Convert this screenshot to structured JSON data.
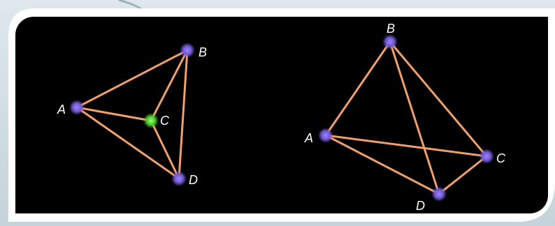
{
  "colors": {
    "edge": "#f0a06c",
    "vertex": "#7f67d6",
    "vertex_highlight": "#6de14a",
    "background": "#000000",
    "label": "#ffffff"
  },
  "graphs": [
    {
      "labels": [
        "A",
        "B",
        "C",
        "D"
      ],
      "highlighted_vertex": "C",
      "edges": [
        [
          "A",
          "B"
        ],
        [
          "A",
          "C"
        ],
        [
          "A",
          "D"
        ],
        [
          "B",
          "C"
        ],
        [
          "B",
          "D"
        ],
        [
          "C",
          "D"
        ]
      ]
    },
    {
      "labels": [
        "A",
        "B",
        "C",
        "D"
      ],
      "highlighted_vertex": null,
      "edges": [
        [
          "A",
          "B"
        ],
        [
          "A",
          "C"
        ],
        [
          "A",
          "D"
        ],
        [
          "B",
          "C"
        ],
        [
          "B",
          "D"
        ],
        [
          "C",
          "D"
        ]
      ]
    }
  ]
}
